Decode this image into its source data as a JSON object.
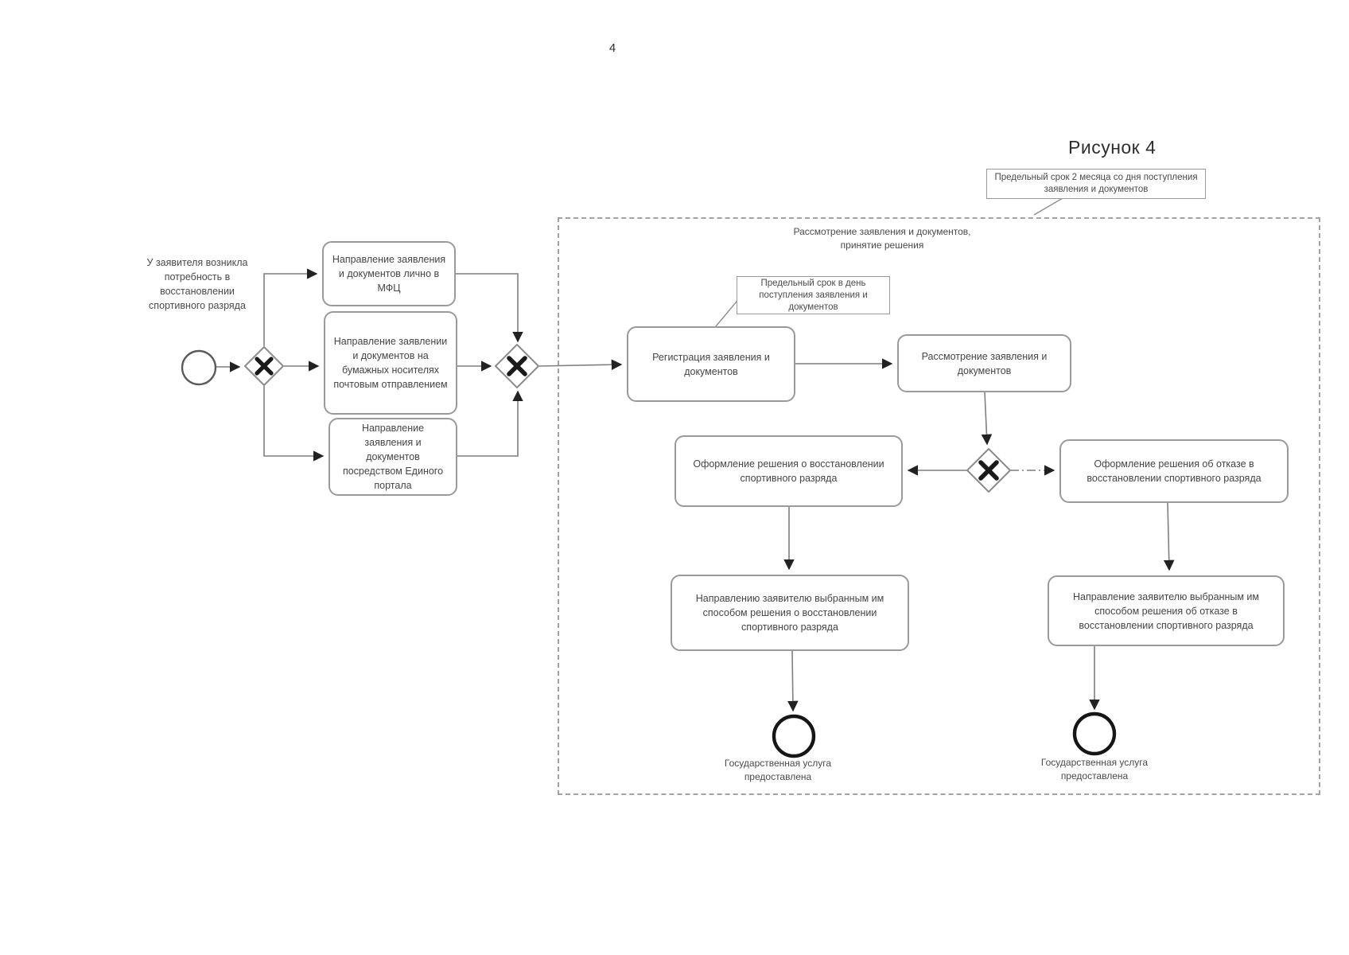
{
  "page": {
    "number": "4"
  },
  "figure": {
    "title": "Рисунок 4"
  },
  "colors": {
    "flow_line": "#7f7f7f",
    "box_border": "#9a9a9a",
    "dashed_container": "#a2a2a2",
    "text": "#3f3f3f",
    "gateway_mark": "#1a1a1a",
    "end_event_ring": "#161616",
    "background": "#ffffff"
  },
  "start_event": {
    "label": "У заявителя возникла потребность в восстановлении спортивного разряда"
  },
  "annotations": {
    "deadline_two_months": "Предельный срок 2 месяца со дня поступления заявления и документов",
    "deadline_same_day": "Предельный срок в день поступления заявления и документов"
  },
  "subprocess": {
    "label": "Рассмотрение заявления и документов, принятие решения"
  },
  "tasks": {
    "submit_mfc": "Направление заявления и документов лично в МФЦ",
    "submit_mail": "Направление заявлении и документов на бумажных носителях почтовым отправлением",
    "submit_portal": "Направление заявления и документов посредством Единого портала",
    "registration": "Регистрация заявления и документов",
    "review": "Рассмотрение заявления и документов",
    "approve": "Оформление решения о восстановлении спортивного разряда",
    "reject": "Оформление решения об отказе в восстановлении спортивного разряда",
    "notify_approve": "Направлению заявителю выбранным им способом решения о восстановлении спортивного разряда",
    "notify_reject": "Направление заявителю выбранным им способом решения об отказе в восстановлении спортивного разряда"
  },
  "end_events": {
    "left_label": "Государственная услуга предоставлена",
    "right_label": "Государственная услуга предоставлена"
  }
}
